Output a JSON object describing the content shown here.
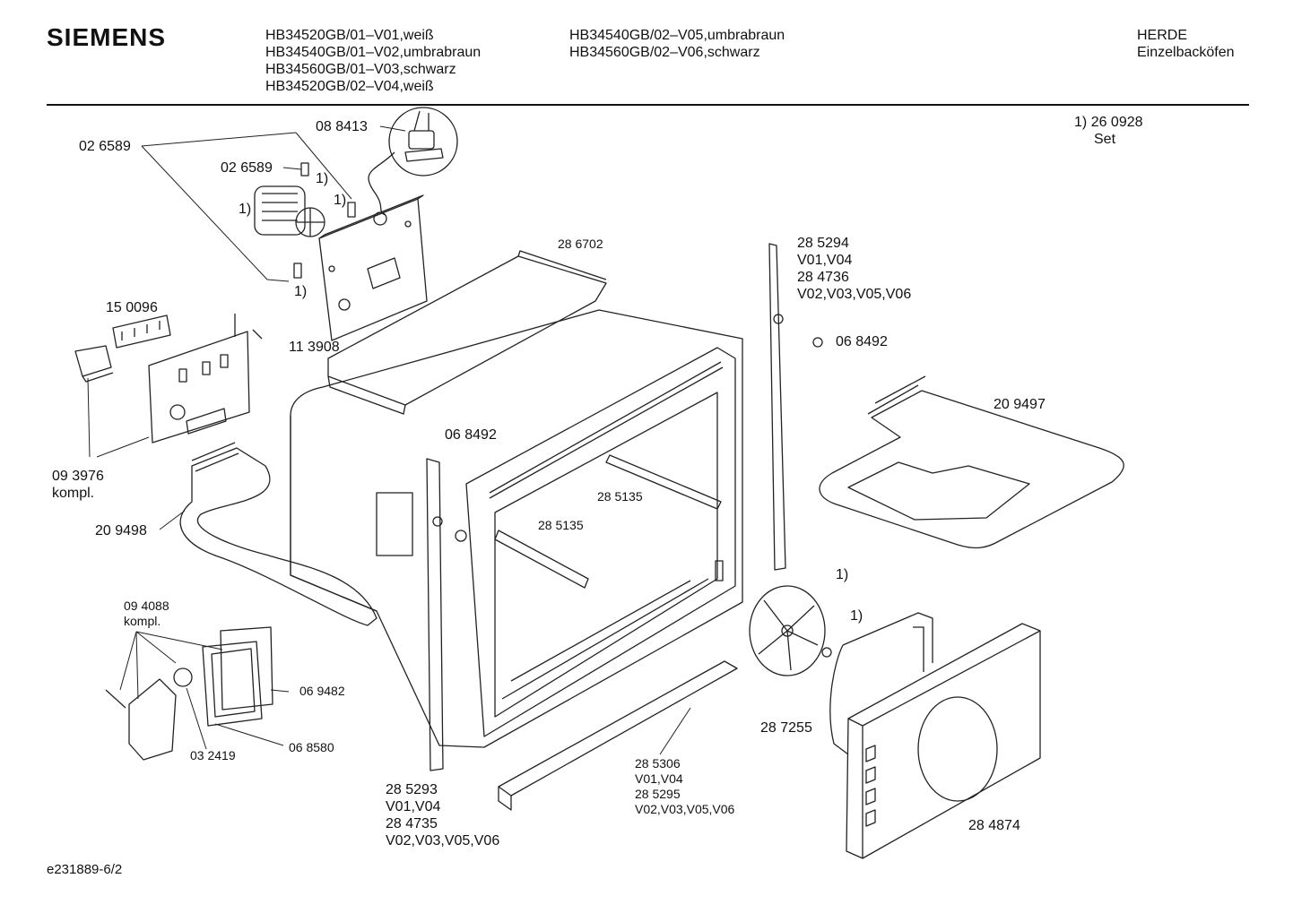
{
  "header": {
    "brand": "SIEMENS",
    "models_col1": [
      "HB34520GB/01–V01,weiß",
      "HB34540GB/01–V02,umbrabraun",
      "HB34560GB/01–V03,schwarz",
      "HB34520GB/02–V04,weiß"
    ],
    "models_col2": [
      "HB34540GB/02–V05,umbrabraun",
      "HB34560GB/02–V06,schwarz"
    ],
    "category": [
      "HERDE",
      "Einzelbacköfen"
    ]
  },
  "note": {
    "ref": "1)",
    "number": "26 0928",
    "text": "Set"
  },
  "parts": {
    "p088413": "08 8413",
    "p026589a": "02 6589",
    "p026589b": "02 6589",
    "n1a": "1)",
    "n1b": "1)",
    "n1c": "1)",
    "p113908": "11 3908",
    "p150096": "15 0096",
    "p286702": "28 6702",
    "p285294": [
      "28 5294",
      "V01,V04",
      "28 4736",
      "V02,V03,V05,V06"
    ],
    "p068492a": "06 8492",
    "p209497": "20 9497",
    "p093976": [
      "09 3976",
      "kompl."
    ],
    "p068492b": "06 8492",
    "p285135a": "28 5135",
    "p285135b": "28 5135",
    "p209498": "20 9498",
    "p094088": [
      "09 4088",
      "kompl."
    ],
    "p069482": "06 9482",
    "p068580": "06 8580",
    "p032419": "03 2419",
    "n1d": "1)",
    "n1e": "1)",
    "p287255": "28 7255",
    "p285293": [
      "28 5293",
      "V01,V04",
      "28 4735",
      "V02,V03,V05,V06"
    ],
    "p285306": [
      "28 5306",
      "V01,V04",
      "28 5295",
      "V02,V03,V05,V06"
    ],
    "p284874": "28 4874"
  },
  "footer": {
    "code": "e231889-6/2"
  }
}
